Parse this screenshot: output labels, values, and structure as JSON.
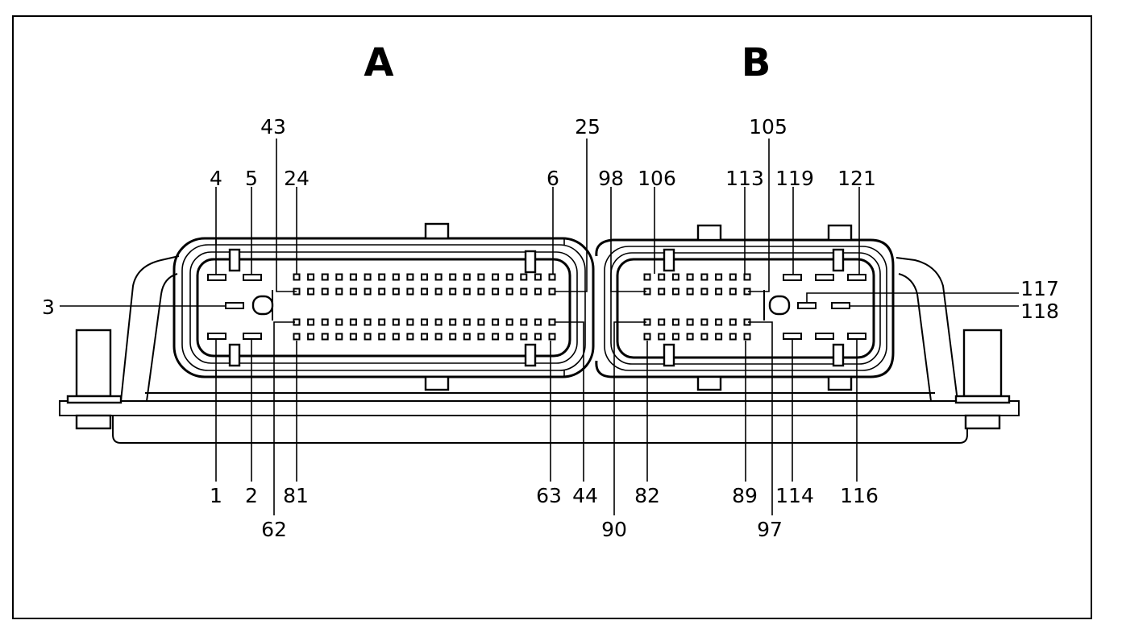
{
  "connectors": [
    {
      "id": "A",
      "title": "A"
    },
    {
      "id": "B",
      "title": "B"
    }
  ],
  "pin_labels": {
    "p1": "1",
    "p2": "2",
    "p3": "3",
    "p4": "4",
    "p5": "5",
    "p6": "6",
    "p24": "24",
    "p25": "25",
    "p43": "43",
    "p44": "44",
    "p62": "62",
    "p63": "63",
    "p81": "81",
    "p82": "82",
    "p89": "89",
    "p90": "90",
    "p97": "97",
    "p98": "98",
    "p105": "105",
    "p106": "106",
    "p113": "113",
    "p114": "114",
    "p116": "116",
    "p117": "117",
    "p118": "118",
    "p119": "119",
    "p121": "121"
  },
  "pin_rows": {
    "A": {
      "pins_per_row": 19,
      "rows": 4
    },
    "B": {
      "pins_per_row": 8,
      "rows": 4
    }
  }
}
